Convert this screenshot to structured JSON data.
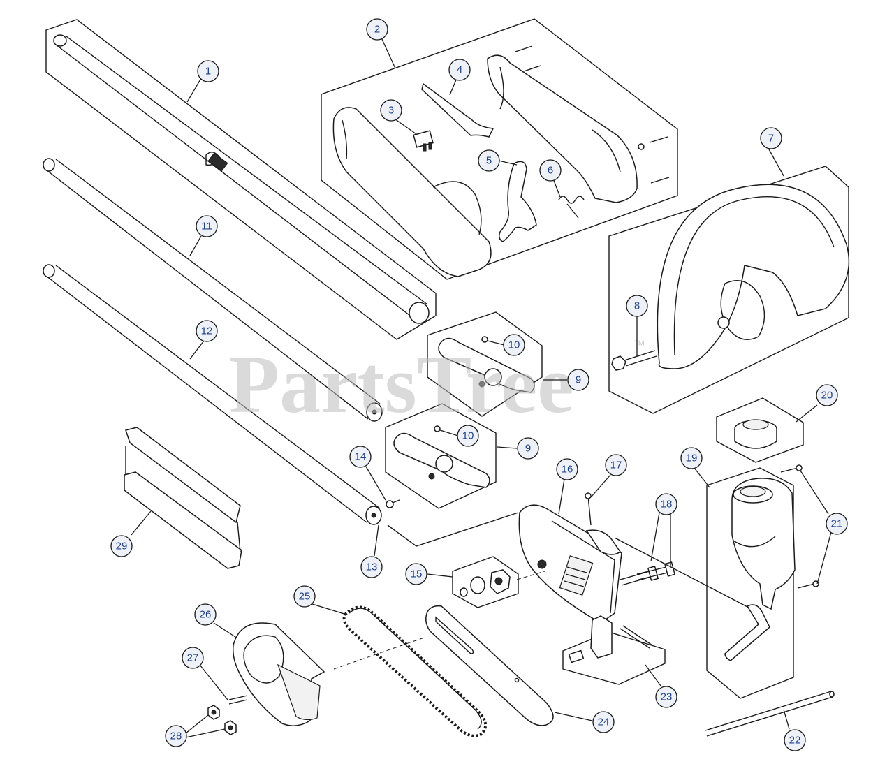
{
  "watermark": {
    "text": "PartsTree",
    "trademark": "™"
  },
  "callouts": [
    {
      "id": "c1",
      "label": "1"
    },
    {
      "id": "c2",
      "label": "2"
    },
    {
      "id": "c3",
      "label": "3"
    },
    {
      "id": "c4",
      "label": "4"
    },
    {
      "id": "c5",
      "label": "5"
    },
    {
      "id": "c6",
      "label": "6"
    },
    {
      "id": "c7",
      "label": "7"
    },
    {
      "id": "c8",
      "label": "8"
    },
    {
      "id": "c9a",
      "label": "9"
    },
    {
      "id": "c9b",
      "label": "9"
    },
    {
      "id": "c10a",
      "label": "10"
    },
    {
      "id": "c10b",
      "label": "10"
    },
    {
      "id": "c11",
      "label": "11"
    },
    {
      "id": "c12",
      "label": "12"
    },
    {
      "id": "c13",
      "label": "13"
    },
    {
      "id": "c14",
      "label": "14"
    },
    {
      "id": "c15",
      "label": "15"
    },
    {
      "id": "c16",
      "label": "16"
    },
    {
      "id": "c17",
      "label": "17"
    },
    {
      "id": "c18",
      "label": "18"
    },
    {
      "id": "c19",
      "label": "19"
    },
    {
      "id": "c20",
      "label": "20"
    },
    {
      "id": "c21",
      "label": "21"
    },
    {
      "id": "c22",
      "label": "22"
    },
    {
      "id": "c23",
      "label": "23"
    },
    {
      "id": "c24",
      "label": "24"
    },
    {
      "id": "c25",
      "label": "25"
    },
    {
      "id": "c26",
      "label": "26"
    },
    {
      "id": "c27",
      "label": "27"
    },
    {
      "id": "c28",
      "label": "28"
    },
    {
      "id": "c29",
      "label": "29"
    }
  ]
}
